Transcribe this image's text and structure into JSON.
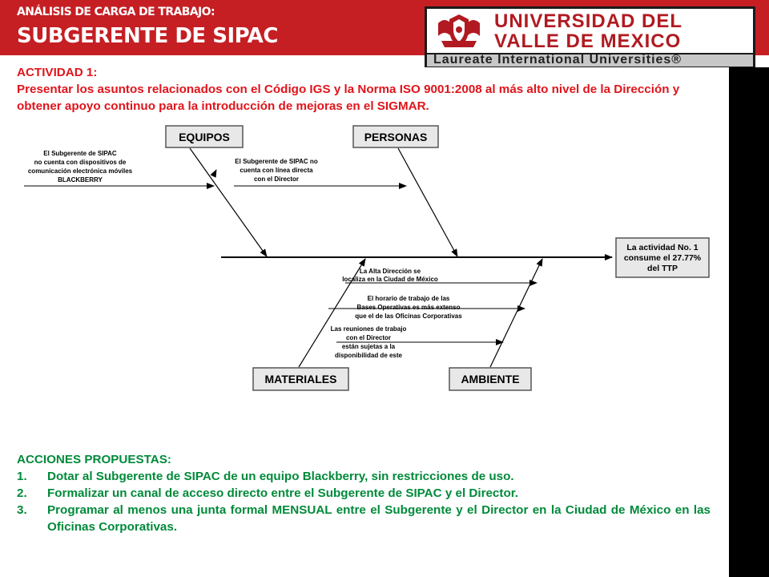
{
  "header": {
    "kicker": "ANÁLISIS DE CARGA DE TRABAJO:",
    "title": "SUBGERENTE DE SIPAC"
  },
  "logo": {
    "line1": "UNIVERSIDAD DEL",
    "line2": "VALLE DE MEXICO",
    "tagline": "Laureate International Universities®"
  },
  "activity": {
    "title": "ACTIVIDAD 1:",
    "description": "Presentar los asuntos relacionados con el Código IGS y la Norma ISO 9001:2008 al más alto nivel de la Dirección y obtener apoyo continuo para la introducción de mejoras en el SIGMAR."
  },
  "diagram": {
    "categories": {
      "equipos": "EQUIPOS",
      "personas": "PERSONAS",
      "materiales": "MATERIALES",
      "ambiente": "AMBIENTE"
    },
    "effect": [
      "La actividad No. 1",
      "consume el 27.77%",
      "del TTP"
    ],
    "causes": {
      "equipos": [
        "El Subgerente de SIPAC",
        "no cuenta con dispositivos de",
        "comunicación electrónica móviles",
        "BLACKBERRY"
      ],
      "personas": [
        "El Subgerente de SIPAC no",
        "cuenta con línea directa",
        "con el Director"
      ],
      "ambiente_1": [
        "La Alta Dirección se",
        "localiza en la Ciudad de México"
      ],
      "ambiente_2": [
        "El horario de trabajo de las",
        "Bases Operativas es más extenso",
        "que el de las Oficinas Corporativas"
      ],
      "ambiente_3": [
        "Las reuniones de trabajo",
        "con el Director",
        "están sujetas a la",
        "disponibilidad de este"
      ]
    }
  },
  "actions": {
    "title": "ACCIONES PROPUESTAS:",
    "items": [
      {
        "num": "1.",
        "text": "Dotar al Subgerente de SIPAC de un equipo Blackberry, sin restricciones de uso."
      },
      {
        "num": "2.",
        "text": "Formalizar un canal de acceso directo entre el Subgerente de SIPAC y el Director."
      },
      {
        "num": "3.",
        "text": "Programar al menos una junta formal MENSUAL entre el Subgerente y el Director en la Ciudad de México en las Oficinas Corporativas."
      }
    ]
  },
  "colors": {
    "header_red": "#c51f24",
    "activity_red": "#e0141b",
    "actions_green": "#008a3a",
    "logo_red": "#b11a21",
    "category_fill": "#e8e8e8"
  }
}
